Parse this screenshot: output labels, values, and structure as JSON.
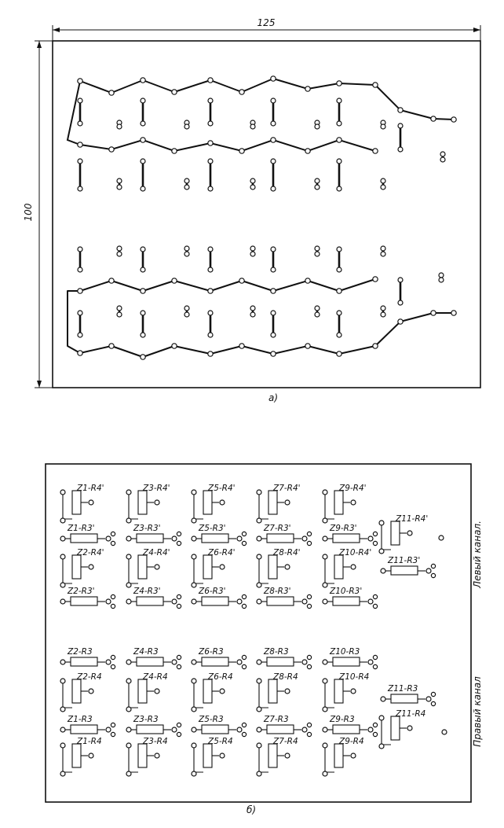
{
  "dimensions": {
    "width": "125",
    "height": "100"
  },
  "captions": {
    "a": "а)",
    "b": "б)"
  },
  "channels": {
    "left": "Левый канал.",
    "right": "Правый канал"
  },
  "left_channel": {
    "row1": {
      "top": [
        "Z1-R4'",
        "Z3-R4'",
        "Z5-R4'",
        "Z7-R4'",
        "Z9-R4'"
      ],
      "bottom": [
        "Z1-R3'",
        "Z3-R3'",
        "Z5-R3'",
        "Z7-R3'",
        "Z9-R3'"
      ]
    },
    "row2": {
      "top": [
        "Z2-R4'",
        "Z4-R4'",
        "Z6-R4'",
        "Z8-R4'",
        "Z10-R4'"
      ],
      "bottom": [
        "Z2-R3'",
        "Z4-R3'",
        "Z6-R3'",
        "Z8-R3'",
        "Z10-R3'"
      ]
    },
    "extra": [
      "Z11-R4'",
      "Z11-R3'"
    ]
  },
  "right_channel": {
    "row_r3_even": [
      "Z2-R3",
      "Z4-R3",
      "Z6-R3",
      "Z8-R3",
      "Z10-R3"
    ],
    "row_r4_even": [
      "Z2-R4",
      "Z4-R4",
      "Z6-R4",
      "Z8-R4",
      "Z10-R4"
    ],
    "row_r3_odd": [
      "Z1-R3",
      "Z3-R3",
      "Z5-R3",
      "Z7-R3",
      "Z9-R3"
    ],
    "row_r4_odd": [
      "Z1-R4",
      "Z3-R4",
      "Z5-R4",
      "Z7-R4",
      "Z9-R4"
    ],
    "extra": [
      "Z11-R3",
      "Z11-R4"
    ]
  }
}
